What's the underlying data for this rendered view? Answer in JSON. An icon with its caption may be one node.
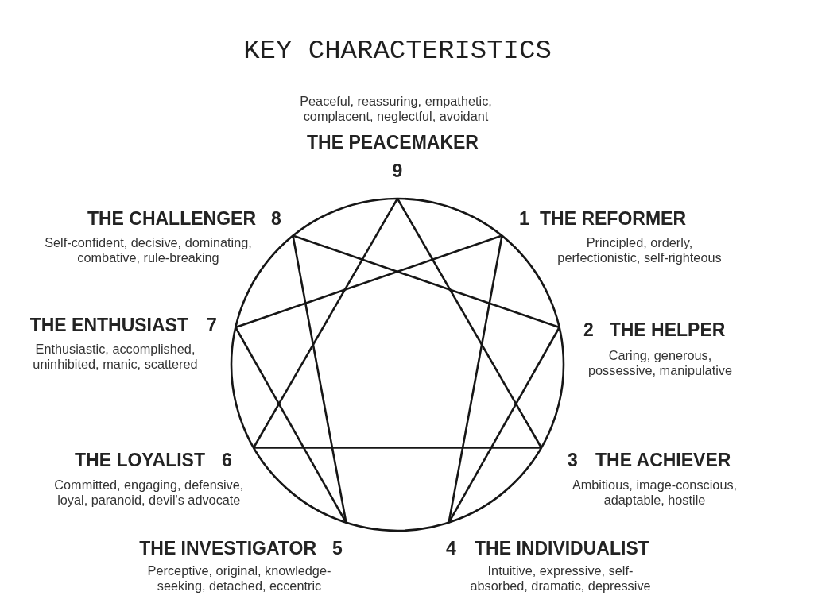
{
  "diagram": {
    "title": "KEY CHARACTERISTICS",
    "labels": [
      "Peaceful, reassuring, empathetic, complacent, neglectful, avoidant",
      "THE PEACEMAKER",
      "9",
      "THE CHALLENGER",
      "8",
      "Self-confident, decisive, dominating, combative, rule-breaking",
      "1",
      "THE REFORMER",
      "Principled, orderly, perfectionistic, self-righteous",
      "THE ENTHUSIAST",
      "7",
      "Enthusiastic, accomplished, uninhibited, manic, scattered",
      "2",
      "THE HELPER",
      "Caring, generous, possessive, manipulative",
      "THE LOYALIST",
      "6",
      "Committed, engaging, defensive, loyal, paranoid, devil's advocate",
      "3",
      "THE ACHIEVER",
      "Ambitious, image-conscious, adaptable, hostile",
      "THE INVESTIGATOR",
      "5",
      "Perceptive, original, knowledge-seeking, detached, eccentric",
      "4",
      "THE INDIVIDUALIST",
      "Intuitive, expressive, self-absorbed, dramatic, depressive"
    ]
  }
}
